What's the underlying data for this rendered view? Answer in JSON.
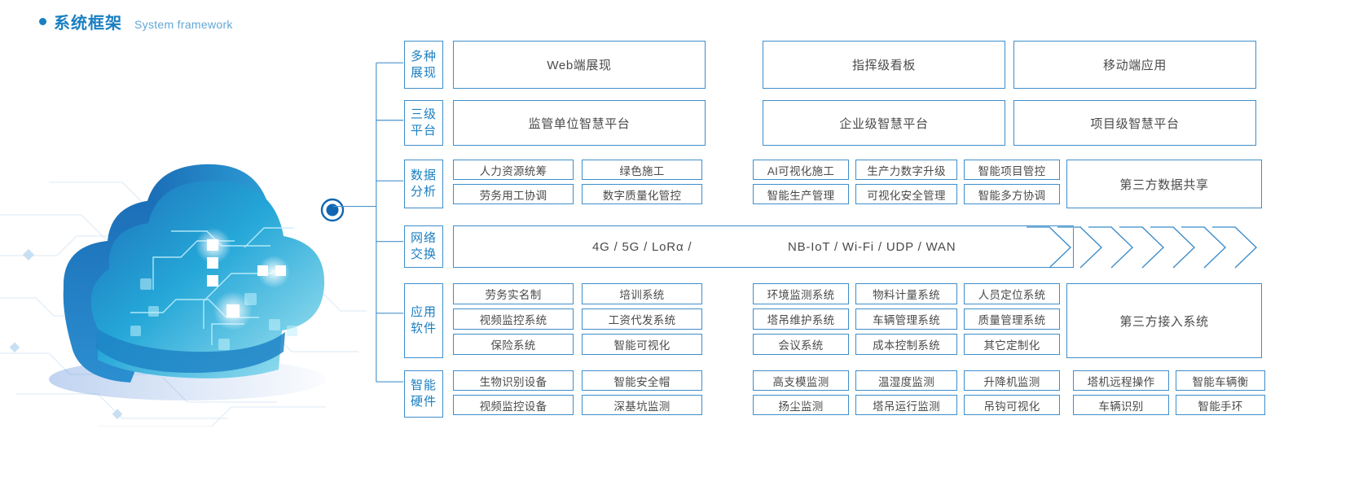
{
  "header": {
    "bullet_icon": "bullet-dot-icon",
    "title_cn": "系统框架",
    "title_en": "System framework",
    "accent_color": "#1a7fc1"
  },
  "illustration": {
    "name": "cloud-computing-illustration",
    "node_icon": "connector-node-icon",
    "colors": {
      "cloud_dark": "#1f7ec0",
      "cloud_light": "#2fc0e0",
      "node": "#1066b3"
    }
  },
  "rows": [
    {
      "label": [
        "多种",
        "展现"
      ],
      "groups": [
        {
          "type": "single",
          "items": [
            "Web端展现"
          ]
        },
        {
          "type": "single",
          "items": [
            "指挥级看板"
          ]
        },
        {
          "type": "single",
          "items": [
            "移动端应用"
          ]
        }
      ]
    },
    {
      "label": [
        "三级",
        "平台"
      ],
      "groups": [
        {
          "type": "single",
          "items": [
            "监管单位智慧平台"
          ]
        },
        {
          "type": "single",
          "items": [
            "企业级智慧平台"
          ]
        },
        {
          "type": "single",
          "items": [
            "项目级智慧平台"
          ]
        }
      ]
    },
    {
      "label": [
        "数据",
        "分析"
      ],
      "left_grid": [
        [
          "人力资源统筹",
          "绿色施工"
        ],
        [
          "劳务用工协调",
          "数字质量化管控"
        ]
      ],
      "right_grid": [
        [
          "AI可视化施工",
          "生产力数字升级",
          "智能项目管控"
        ],
        [
          "智能生产管理",
          "可视化安全管理",
          "智能多方协调"
        ]
      ],
      "tail": "第三方数据共享"
    },
    {
      "label": [
        "网络",
        "交换"
      ],
      "network_text_1": "4G / 5G / LoRα /",
      "network_text_2": "NB-IoT / Wi-Fi / UDP / WAN",
      "arrows_icon": "chevron-arrows-icon",
      "arrow_count": 7
    },
    {
      "label": [
        "应用",
        "软件"
      ],
      "left_grid": [
        [
          "劳务实名制",
          "培训系统"
        ],
        [
          "视频监控系统",
          "工资代发系统"
        ],
        [
          "保险系统",
          "智能可视化"
        ]
      ],
      "right_grid": [
        [
          "环境监测系统",
          "物料计量系统",
          "人员定位系统"
        ],
        [
          "塔吊维护系统",
          "车辆管理系统",
          "质量管理系统"
        ],
        [
          "会议系统",
          "成本控制系统",
          "其它定制化"
        ]
      ],
      "tail": "第三方接入系统"
    },
    {
      "label": [
        "智能",
        "硬件"
      ],
      "left_grid": [
        [
          "生物识别设备",
          "智能安全帽"
        ],
        [
          "视频监控设备",
          "深基坑监测"
        ]
      ],
      "right_grid": [
        [
          "高支模监测",
          "温湿度监测",
          "升降机监测",
          "塔机远程操作",
          "智能车辆衡"
        ],
        [
          "扬尘监测",
          "塔吊运行监测",
          "吊钩可视化",
          "车辆识别",
          "智能手环"
        ]
      ]
    }
  ],
  "theme": {
    "border_color": "#3e8ecb",
    "text_color": "#4a4a4a",
    "label_text_color": "#1a7fc1",
    "background": "#ffffff"
  }
}
